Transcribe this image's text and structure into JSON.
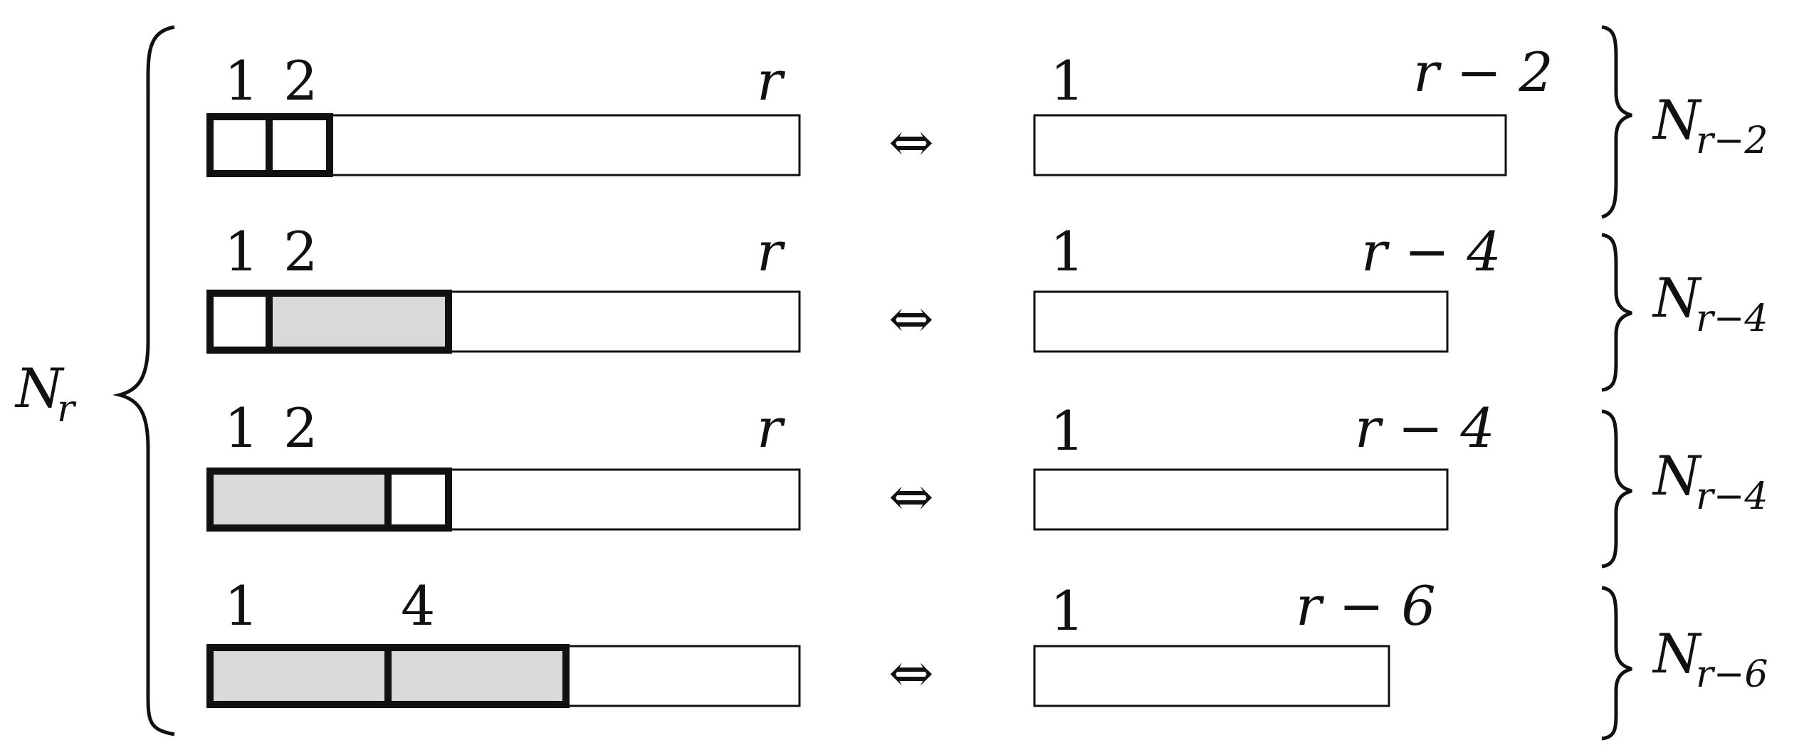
{
  "left_label": {
    "base": "N",
    "sub": "r"
  },
  "arrow_symbol": "⇔",
  "rows": [
    {
      "left_labels": [
        {
          "text": "1"
        },
        {
          "text": "2"
        }
      ],
      "left_end_label": "r",
      "right_start_label": "1",
      "right_end_label": "r − 2",
      "right_set": {
        "base": "N",
        "sub": "r−2"
      },
      "cells": [
        {
          "shaded": false
        },
        {
          "shaded": false
        }
      ]
    },
    {
      "left_labels": [
        {
          "text": "1"
        },
        {
          "text": "2"
        }
      ],
      "left_end_label": "r",
      "right_start_label": "1",
      "right_end_label": "r − 4",
      "right_set": {
        "base": "N",
        "sub": "r−4"
      },
      "cells": [
        {
          "shaded": false
        },
        {
          "shaded": true
        }
      ]
    },
    {
      "left_labels": [
        {
          "text": "1"
        },
        {
          "text": "2"
        }
      ],
      "left_end_label": "r",
      "right_start_label": "1",
      "right_end_label": "r − 4",
      "right_set": {
        "base": "N",
        "sub": "r−4"
      },
      "cells": [
        {
          "shaded": true
        },
        {
          "shaded": false
        }
      ]
    },
    {
      "left_labels": [
        {
          "text": "1"
        },
        {
          "text": "4"
        }
      ],
      "left_end_label": "",
      "right_start_label": "1",
      "right_end_label": "r − 6",
      "right_set": {
        "base": "N",
        "sub": "r−6"
      },
      "cells": [
        {
          "shaded": true
        },
        {
          "shaded": true
        }
      ]
    }
  ],
  "colors": {
    "stroke": "#111111",
    "shade": "#d9d9d9",
    "fill": "#ffffff"
  }
}
